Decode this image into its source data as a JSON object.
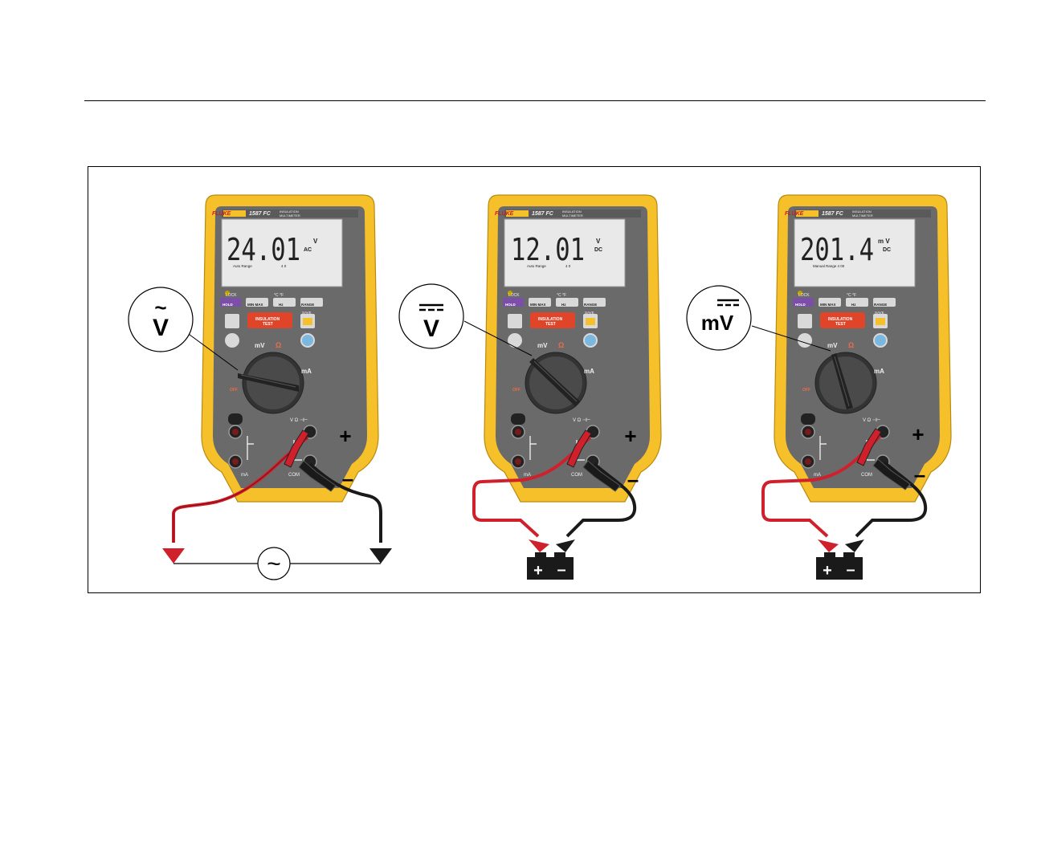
{
  "figure": {
    "panels": [
      {
        "id": "ac-voltage",
        "model": "1587 FC",
        "brand": "FLUKE",
        "model_sub1": "INSULATION",
        "model_sub2": "MULTIMETER",
        "reading": "24.01",
        "unit_top": "V",
        "unit_bottom": "AC",
        "status_left": "Auto Range",
        "status_right": "4 0",
        "callout_symbol": "V",
        "callout_mark": "~",
        "plus_label": "+",
        "minus_label": "–",
        "source_symbol": "~"
      },
      {
        "id": "dc-voltage",
        "model": "1587 FC",
        "brand": "FLUKE",
        "model_sub1": "INSULATION",
        "model_sub2": "MULTIMETER",
        "reading": "12.01",
        "unit_top": "V",
        "unit_bottom": "DC",
        "status_left": "Auto Range",
        "status_right": "4 0",
        "callout_symbol": "V",
        "callout_mark": "dc",
        "plus_label": "+",
        "minus_label": "–",
        "battery_plus": "+",
        "battery_minus": "–"
      },
      {
        "id": "dc-millivolt",
        "model": "1587 FC",
        "brand": "FLUKE",
        "model_sub1": "INSULATION",
        "model_sub2": "MULTIMETER",
        "reading": "201.4",
        "unit_top": "m V",
        "unit_bottom": "DC",
        "status_left": "Manual Range 4 00",
        "status_right": "",
        "callout_symbol": "mV",
        "callout_mark": "dc",
        "plus_label": "+",
        "minus_label": "–",
        "battery_plus": "+",
        "battery_minus": "–"
      }
    ],
    "meter_labels": {
      "lock": "LOCK",
      "temp": "°C °F",
      "hold": "HOLD",
      "minmax": "MIN MAX",
      "hz": "Hz",
      "range": "RANGE",
      "save": "SAVE",
      "insulation1": "INSULATION",
      "insulation2": "TEST",
      "off": "OFF",
      "ma": "mA",
      "mv": "mV",
      "ohm": "Ω",
      "com": "COM",
      "v_jack": "V Ω ⊣⊢",
      "ma_jack": "mA"
    }
  },
  "colors": {
    "meter_yellow": "#f6c02a",
    "meter_body": "#6a6a6a",
    "lcd": "#e9e9e9",
    "lead_red": "#d0202c",
    "lead_black": "#1a1a1a",
    "button_purple": "#7b4fa8",
    "button_red": "#e0452a",
    "button_gray": "#d9d9d9"
  }
}
